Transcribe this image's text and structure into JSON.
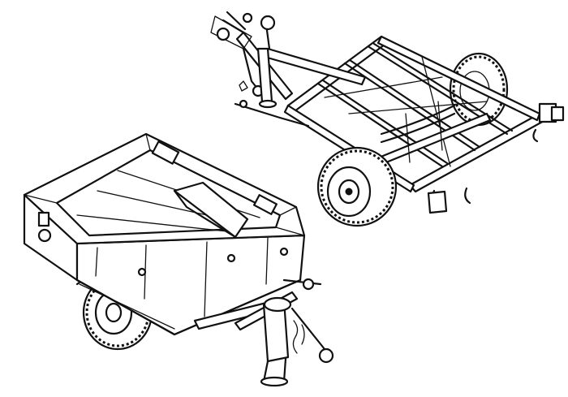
{
  "image": {
    "style": "black line-art technical illustration on white background",
    "ink_color": "#111111",
    "background_color": "#ffffff",
    "subjects": [
      "trailer-chassis-frame",
      "trailer-with-cargo-bed"
    ]
  }
}
